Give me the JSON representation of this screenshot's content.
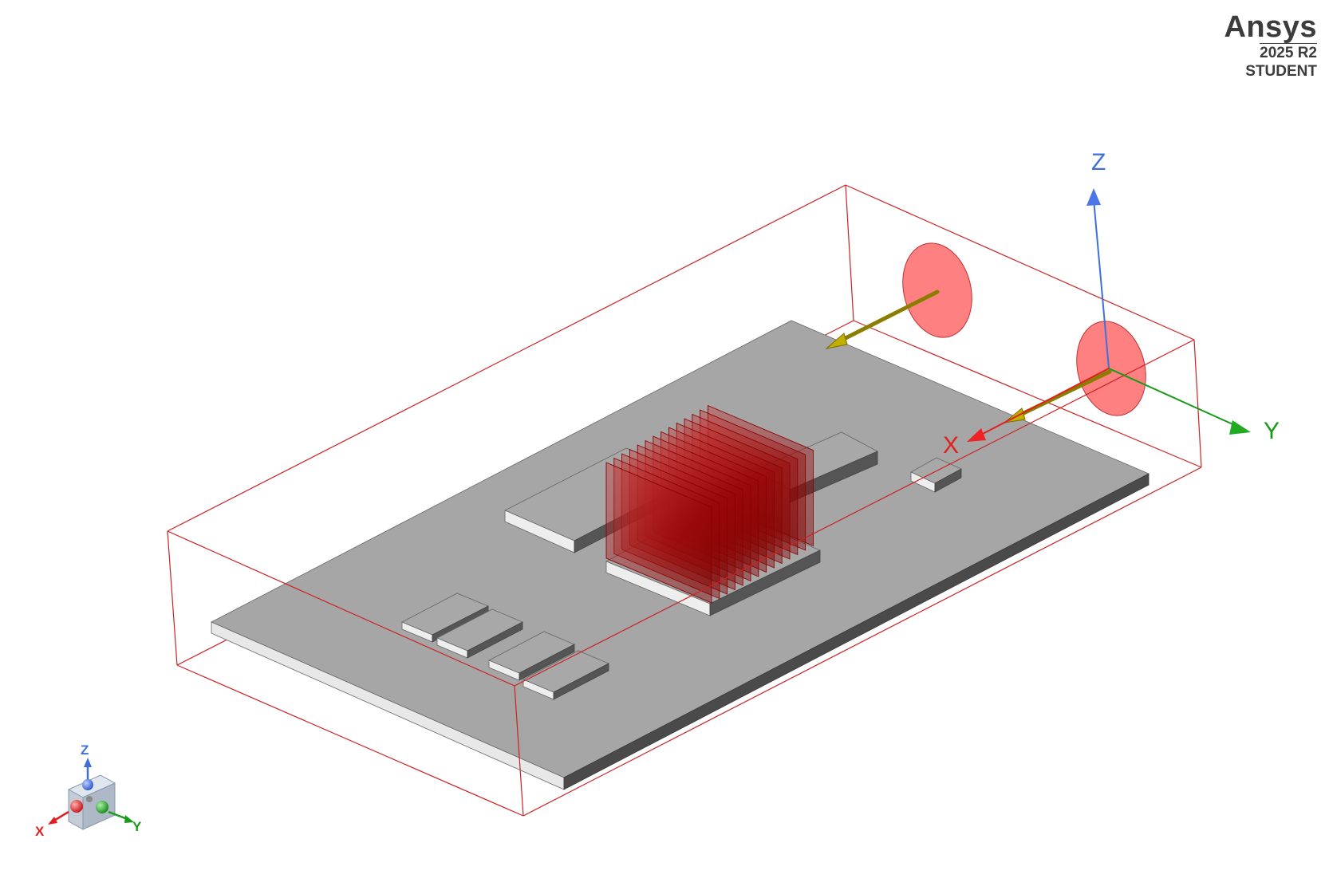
{
  "logo": {
    "brand": "Ansys",
    "version": "2025 R2",
    "edition": "STUDENT"
  },
  "axes": {
    "x_label": "X",
    "y_label": "Y",
    "z_label": "Z"
  },
  "triad": {
    "x_label": "X",
    "y_label": "Y",
    "z_label": "Z"
  },
  "colors": {
    "x_axis": "#e02020",
    "y_axis": "#1a9a1a",
    "z_axis": "#3f6fd8",
    "enclosure": "#cc2222",
    "heatsink": "#b01010",
    "board": "#a7a7a7",
    "opening": "#ff8080",
    "flow_vector": "#8a7d00"
  }
}
